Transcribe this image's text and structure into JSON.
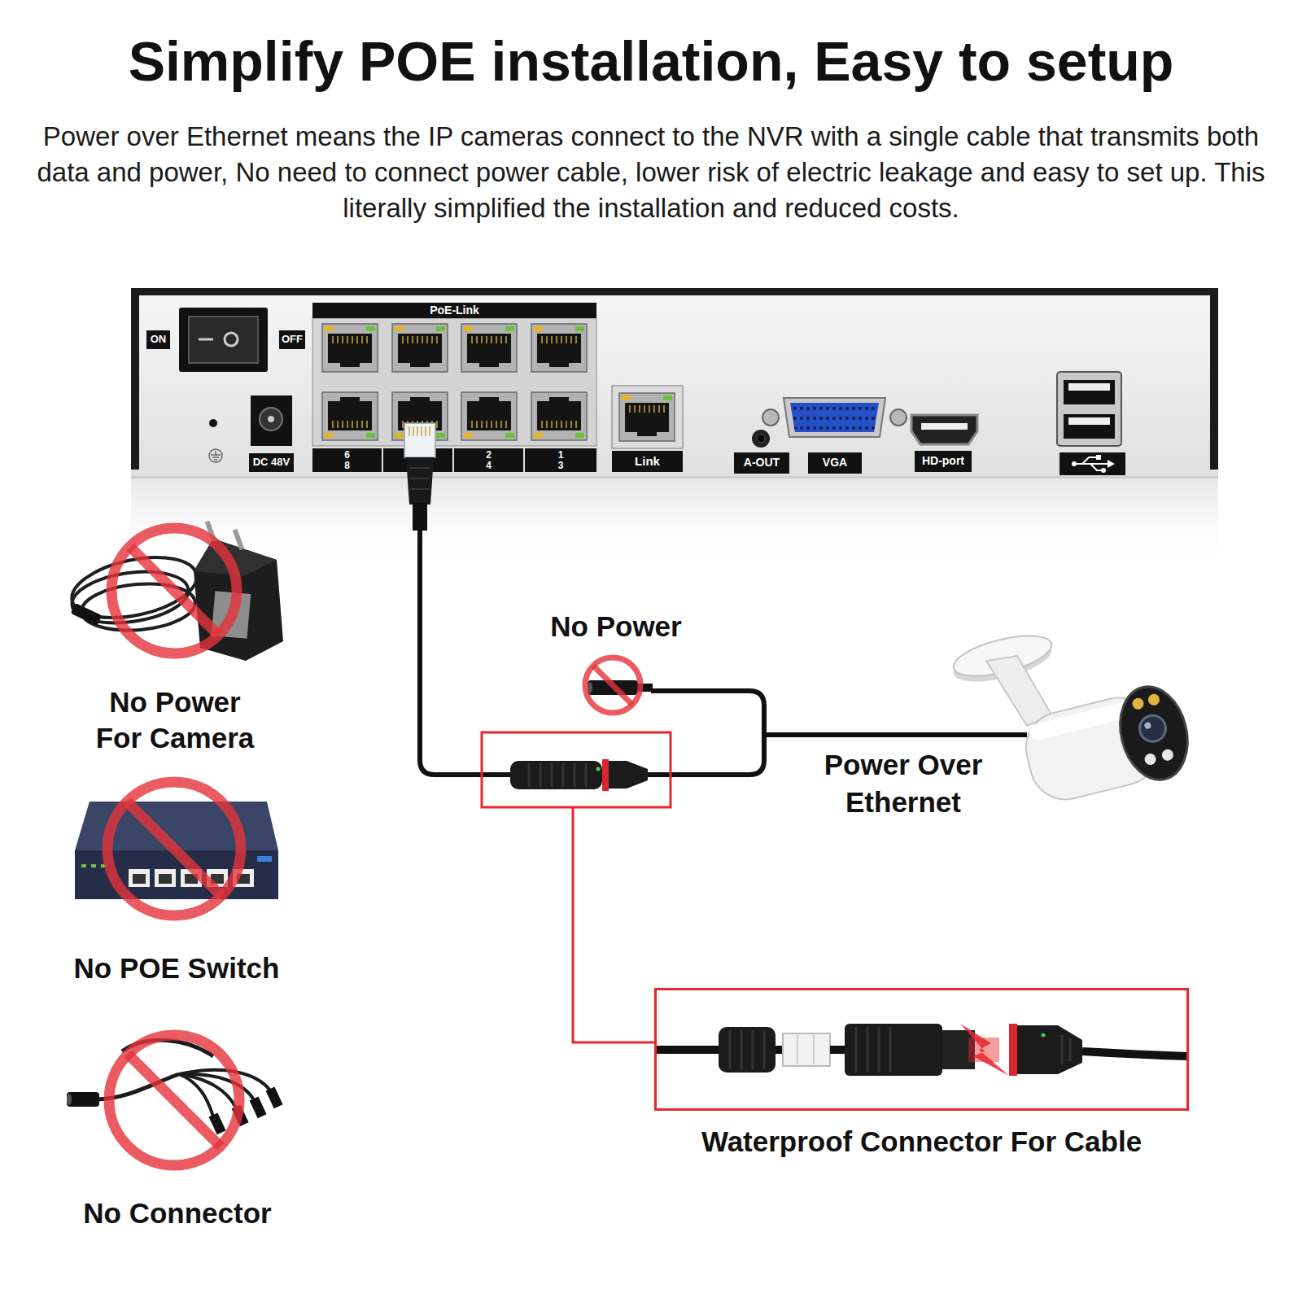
{
  "diagram": {
    "title": "Simplify POE installation, Easy to setup",
    "caption": "Power over Ethernet means the IP cameras connect to the NVR with a single cable that transmits both data and power, No need to connect power cable, lower risk of electric leakage and easy to set up. This literally simplified the installation and reduced costs.",
    "nodes": [
      {
        "text": [
          "PoE-Link"
        ]
      },
      {
        "text": [
          "ON"
        ]
      },
      {
        "text": [
          "OFF"
        ]
      },
      {
        "text": [
          "DC 48V"
        ]
      },
      {
        "text": [
          "6",
          "8"
        ]
      },
      {
        "text": [
          "2",
          "4"
        ]
      },
      {
        "text": [
          "1",
          "3"
        ]
      },
      {
        "text": [
          "Link"
        ]
      },
      {
        "text": [
          "A-OUT"
        ]
      },
      {
        "text": [
          "VGA"
        ]
      },
      {
        "text": [
          "HD-port"
        ]
      },
      {
        "text": [
          "Waterproof Connector For Cable"
        ]
      }
    ],
    "labels": [
      "No Power",
      "No Power For Camera",
      "Power Over Ethernet",
      "No POE Switch",
      "No Connector"
    ]
  }
}
